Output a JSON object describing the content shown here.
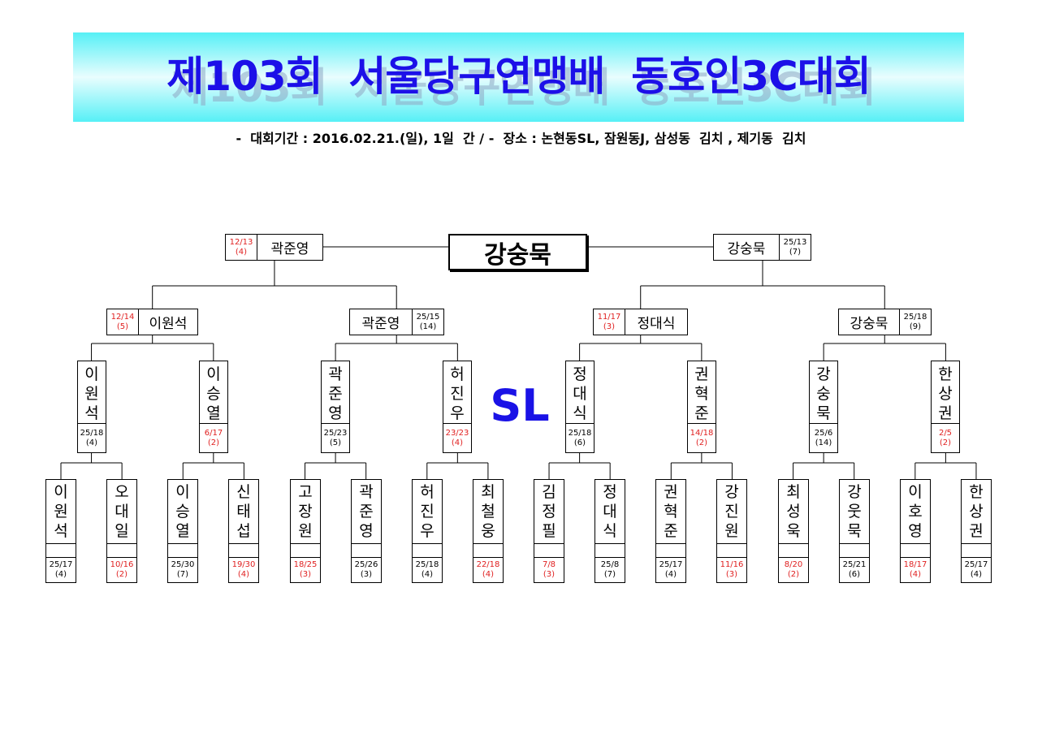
{
  "header": {
    "title": "제103회  서울당구연맹배  동호인3C대회",
    "subtitle": "-  대회기간 : 2016.02.21.(일), 1일  간 / -  장소 : 논현동SL, 잠원동J, 삼성동  김치 , 제기동  김치"
  },
  "colors": {
    "title": "#1c10e8",
    "banner": "#56f0f6",
    "loss": "#e02020",
    "venue": "#1a12e6"
  },
  "venue_label": "SL",
  "champion": "강숭묵",
  "semifinal": [
    {
      "name": "곽준영",
      "score": "12/13",
      "innings": "(4)",
      "loss": true
    },
    {
      "name": "강숭묵",
      "score": "25/13",
      "innings": "(7)",
      "loss": false
    }
  ],
  "quarterfinal": [
    {
      "name": "이원석",
      "score": "12/14",
      "innings": "(5)",
      "loss": true
    },
    {
      "name": "곽준영",
      "score": "25/15",
      "innings": "(14)",
      "loss": false
    },
    {
      "name": "정대식",
      "score": "11/17",
      "innings": "(3)",
      "loss": true
    },
    {
      "name": "강숭묵",
      "score": "25/18",
      "innings": "(9)",
      "loss": false
    }
  ],
  "round16": [
    {
      "name": "이원석",
      "score": "25/18",
      "innings": "(4)",
      "loss": false
    },
    {
      "name": "이승열",
      "score": "6/17",
      "innings": "(2)",
      "loss": true
    },
    {
      "name": "곽준영",
      "score": "25/23",
      "innings": "(5)",
      "loss": false
    },
    {
      "name": "허진우",
      "score": "23/23",
      "innings": "(4)",
      "loss": true
    },
    {
      "name": "정대식",
      "score": "25/18",
      "innings": "(6)",
      "loss": false
    },
    {
      "name": "권혁준",
      "score": "14/18",
      "innings": "(2)",
      "loss": true
    },
    {
      "name": "강숭묵",
      "score": "25/6",
      "innings": "(14)",
      "loss": false
    },
    {
      "name": "한상권",
      "score": "2/5",
      "innings": "(2)",
      "loss": true
    }
  ],
  "round32": [
    {
      "name": "이원석",
      "score": "25/17",
      "innings": "(4)",
      "loss": false
    },
    {
      "name": "오대일",
      "score": "10/16",
      "innings": "(2)",
      "loss": true
    },
    {
      "name": "이승열",
      "score": "25/30",
      "innings": "(7)",
      "loss": false
    },
    {
      "name": "신태섭",
      "score": "19/30",
      "innings": "(4)",
      "loss": true
    },
    {
      "name": "고장원",
      "score": "18/25",
      "innings": "(3)",
      "loss": true
    },
    {
      "name": "곽준영",
      "score": "25/26",
      "innings": "(3)",
      "loss": false
    },
    {
      "name": "허진우",
      "score": "25/18",
      "innings": "(4)",
      "loss": false
    },
    {
      "name": "최철웅",
      "score": "22/18",
      "innings": "(4)",
      "loss": true
    },
    {
      "name": "김정필",
      "score": "7/8",
      "innings": "(3)",
      "loss": true
    },
    {
      "name": "정대식",
      "score": "25/8",
      "innings": "(7)",
      "loss": false
    },
    {
      "name": "권혁준",
      "score": "25/17",
      "innings": "(4)",
      "loss": false
    },
    {
      "name": "강진원",
      "score": "11/16",
      "innings": "(3)",
      "loss": true
    },
    {
      "name": "최성욱",
      "score": "8/20",
      "innings": "(2)",
      "loss": true
    },
    {
      "name": "강웃묵",
      "score": "25/21",
      "innings": "(6)",
      "loss": false
    },
    {
      "name": "이호영",
      "score": "18/17",
      "innings": "(4)",
      "loss": true
    },
    {
      "name": "한상권",
      "score": "25/17",
      "innings": "(4)",
      "loss": false
    }
  ]
}
